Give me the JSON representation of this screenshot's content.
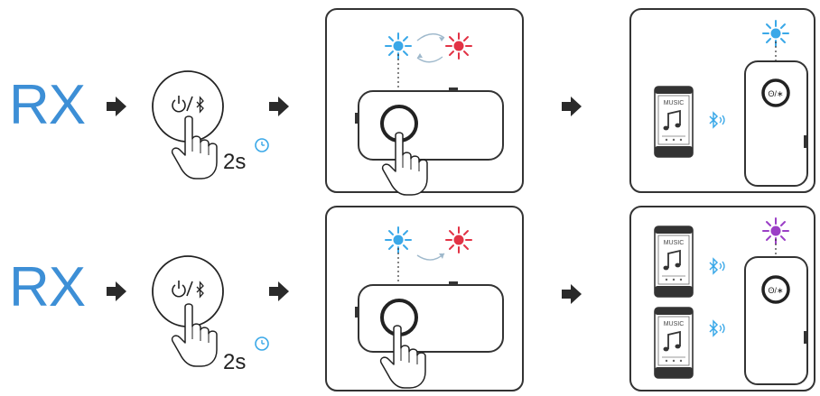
{
  "rows": [
    {
      "mode_label": "RX",
      "hold_duration": "2s",
      "button_symbols": "power / bluetooth",
      "led_sequence": [
        "blue-flash",
        "red-flash"
      ],
      "result_led": "blue-flash",
      "phones": [
        {
          "screen_text": "MUSIC"
        }
      ]
    },
    {
      "mode_label": "RX",
      "hold_duration": "2s",
      "button_symbols": "power / bluetooth",
      "led_sequence": [
        "blue-flash",
        "red-flash"
      ],
      "result_led": "purple-flash",
      "phones": [
        {
          "screen_text": "MUSIC"
        },
        {
          "screen_text": "MUSIC"
        }
      ]
    }
  ],
  "colors": {
    "rx_text": "#3d8fd6",
    "led_blue": "#3aa8e8",
    "led_red": "#e23345",
    "led_purple": "#9b3fc6",
    "arrow": "#2a2a2a",
    "timer_icon": "#3aa8e8"
  },
  "icons": [
    "arrow-right-icon",
    "power-icon",
    "bluetooth-icon",
    "hand-press-icon",
    "timer-icon",
    "led-flash-icon",
    "phone-icon",
    "music-note-icon",
    "bluetooth-signal-icon",
    "receiver-device-icon"
  ]
}
